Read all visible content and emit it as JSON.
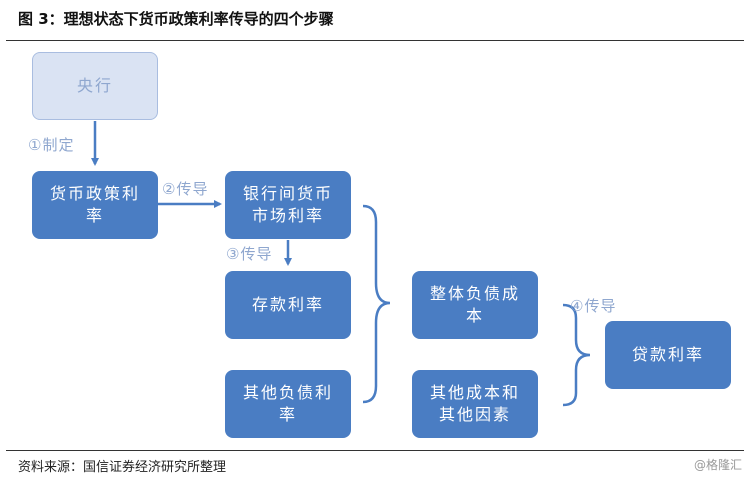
{
  "figure": {
    "title": "图 3：理想状态下货币政策利率传导的四个步骤"
  },
  "nodes": {
    "central_bank": "央行",
    "policy_rate": "货币政策利率",
    "interbank_rate": "银行间货币市场利率",
    "deposit_rate": "存款利率",
    "other_liability_rate": "其他负债利率",
    "overall_liability_cost": "整体负债成本",
    "other_costs": "其他成本和其他因素",
    "loan_rate": "贷款利率"
  },
  "steps": {
    "step1": "①制定",
    "step2": "②传导",
    "step3": "③传导",
    "step4": "④传导"
  },
  "footer": {
    "source": "资料来源：国信证券经济研究所整理",
    "watermark": "@格隆汇"
  },
  "colors": {
    "box_fill": "#4a7dc3",
    "faded_fill": "#dae3f3",
    "label_color": "#8fa7cf"
  }
}
